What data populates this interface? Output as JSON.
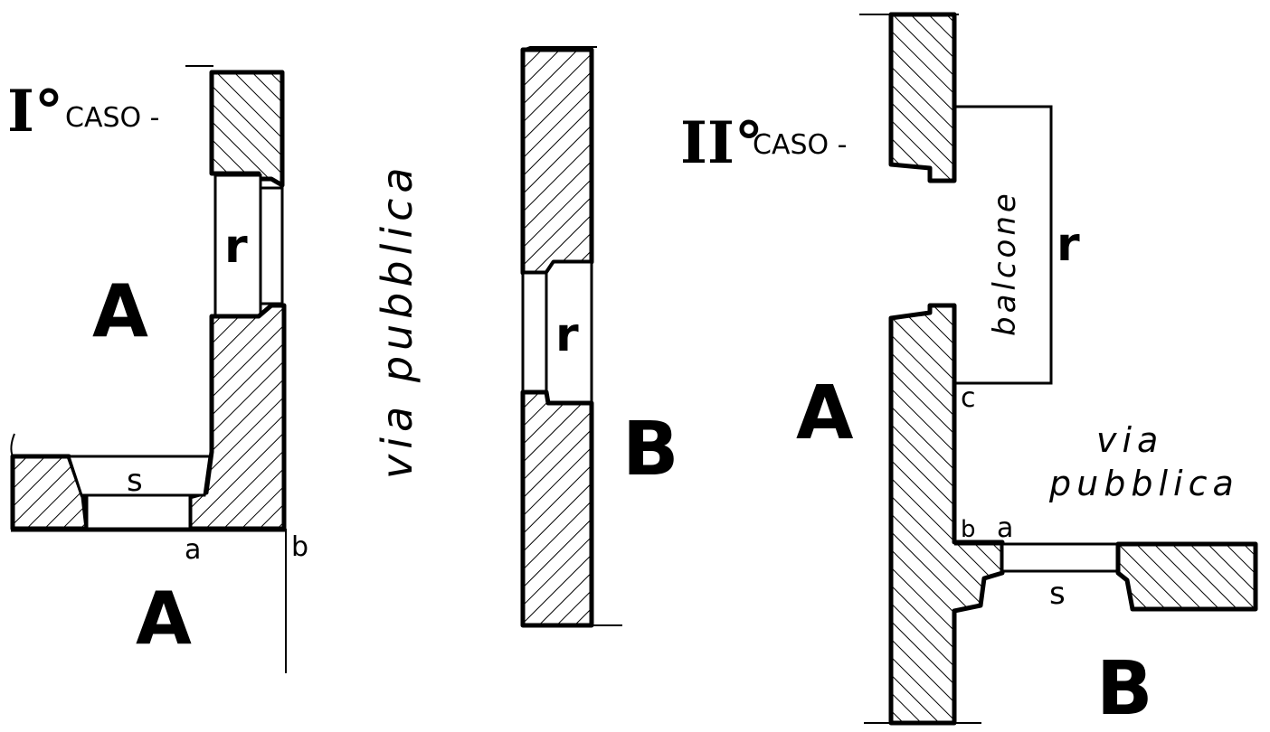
{
  "case1": {
    "title_numeral": "I°",
    "title_word": "CASO -",
    "room_label": "A",
    "lower_label": "A",
    "window_label": "r",
    "door_label": "s",
    "point_a": "a",
    "point_b": "b"
  },
  "street_left": {
    "label": "via pubblica"
  },
  "middle": {
    "window_label": "r",
    "room_label": "B"
  },
  "case2": {
    "title_numeral": "II°",
    "title_word": "CASO -",
    "balcony_label": "balcone",
    "window_label": "r",
    "room_label": "A",
    "point_c": "c",
    "street_line1": "via",
    "street_line2": "pubblica",
    "point_b": "b",
    "point_a": "a",
    "door_label": "s",
    "lower_label": "B"
  }
}
